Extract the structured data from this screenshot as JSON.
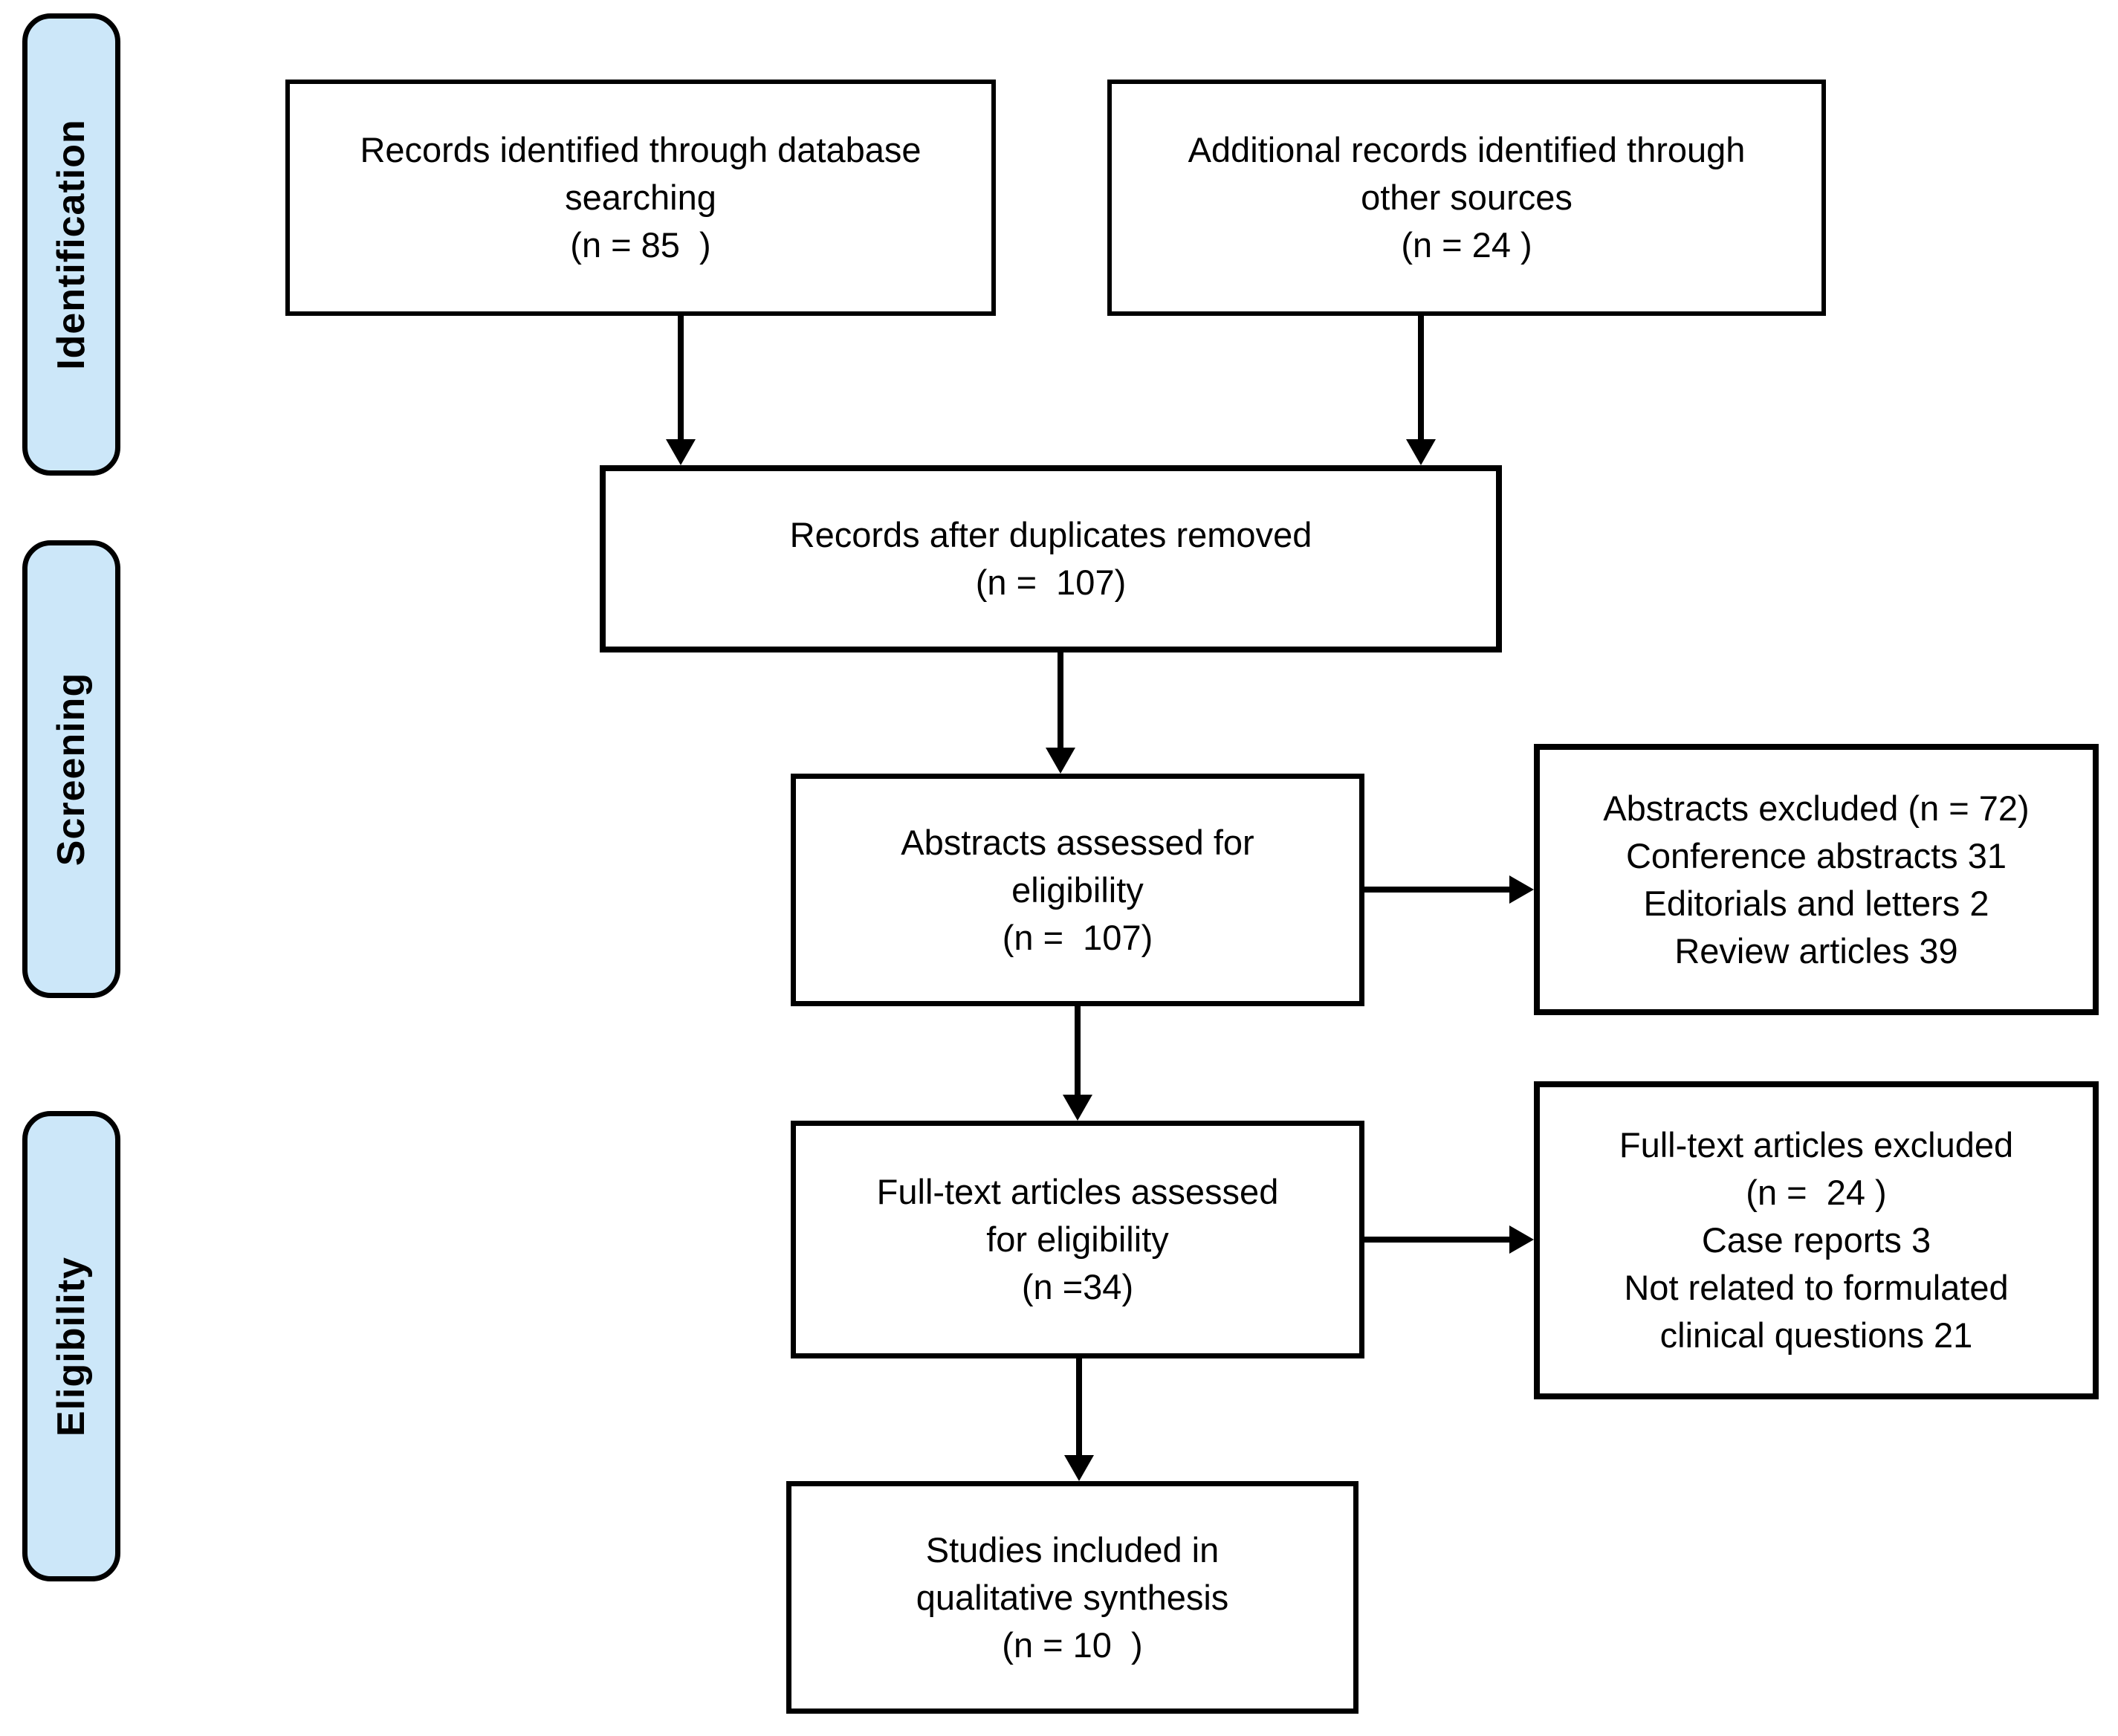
{
  "stages": [
    {
      "label": "Identification"
    },
    {
      "label": "Screening"
    },
    {
      "label": "Eligibility"
    }
  ],
  "boxes": {
    "records_database": {
      "lines": [
        "Records identified through database",
        "searching",
        "(n = 85  )"
      ]
    },
    "records_other": {
      "lines": [
        "Additional records identified through",
        "other sources",
        "(n = 24 )"
      ]
    },
    "after_duplicates": {
      "lines": [
        "Records after duplicates removed",
        "(n =  107)"
      ]
    },
    "abstracts_assessed": {
      "lines": [
        "Abstracts assessed for",
        "eligibility",
        "(n =  107)"
      ]
    },
    "abstracts_excluded": {
      "lines": [
        "Abstracts excluded (n = 72)",
        "Conference abstracts 31",
        "Editorials and letters 2",
        "Review articles 39"
      ]
    },
    "fulltext_assessed": {
      "lines": [
        "Full-text articles assessed",
        "for eligibility",
        "(n =34)"
      ]
    },
    "fulltext_excluded": {
      "lines": [
        "Full-text articles excluded",
        "(n =  24 )",
        "Case reports 3",
        "Not related to formulated",
        "clinical questions 21"
      ]
    },
    "studies_included": {
      "lines": [
        "Studies included in",
        "qualitative synthesis",
        "(n = 10  )"
      ]
    }
  },
  "colors": {
    "stage_fill": "#cce7f9",
    "box_fill": "#ffffff",
    "line": "#000000",
    "text": "#000000"
  }
}
